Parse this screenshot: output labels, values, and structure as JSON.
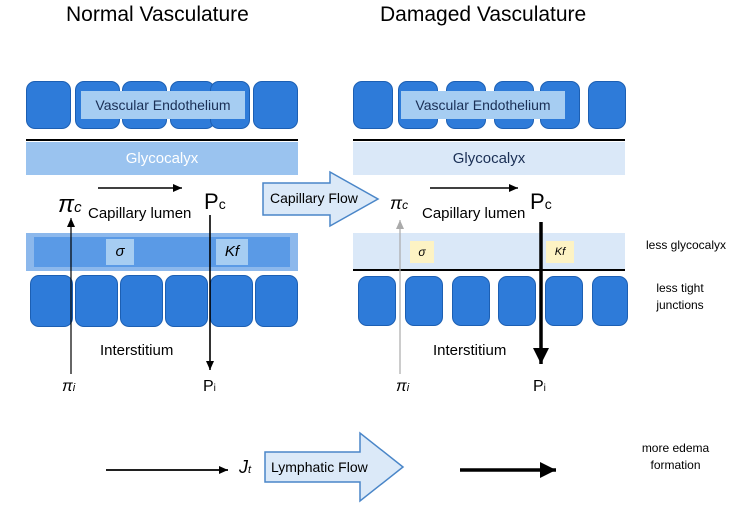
{
  "titles": {
    "normal": "Normal Vasculature",
    "damaged": "Damaged Vasculature"
  },
  "labels": {
    "endothelium": "Vascular Endothelium",
    "glycocalyx": "Glycocalyx",
    "capillary_lumen": "Capillary lumen",
    "interstitium": "Interstitium",
    "sigma": "σ",
    "kf": "Kf",
    "pi_symbol": "π",
    "c_sub": "c",
    "i_sub": "i",
    "P": "P",
    "t_sub": "t",
    "J": "J",
    "capillary_flow": "Capillary Flow",
    "lymphatic_flow": "Lymphatic Flow"
  },
  "notes": {
    "less_glycocalyx": "less glycocalyx",
    "less_tight_junctions": "less tight junctions",
    "more_edema": "more edema formation"
  },
  "colors": {
    "cell_blue": "#2e7bd9",
    "glycocalyx_normal": "#9ac3ef",
    "glycocalyx_damaged": "#dae8f8",
    "band_normal": "#5a9ae6",
    "band_damaged": "#dae8f8",
    "flow_arrow_fill": "#dbe9f8",
    "flow_arrow_stroke": "#4a86c8",
    "sigma_box_normal": "#9ac3ef",
    "sigma_box_damaged": "#fdf3c4"
  }
}
